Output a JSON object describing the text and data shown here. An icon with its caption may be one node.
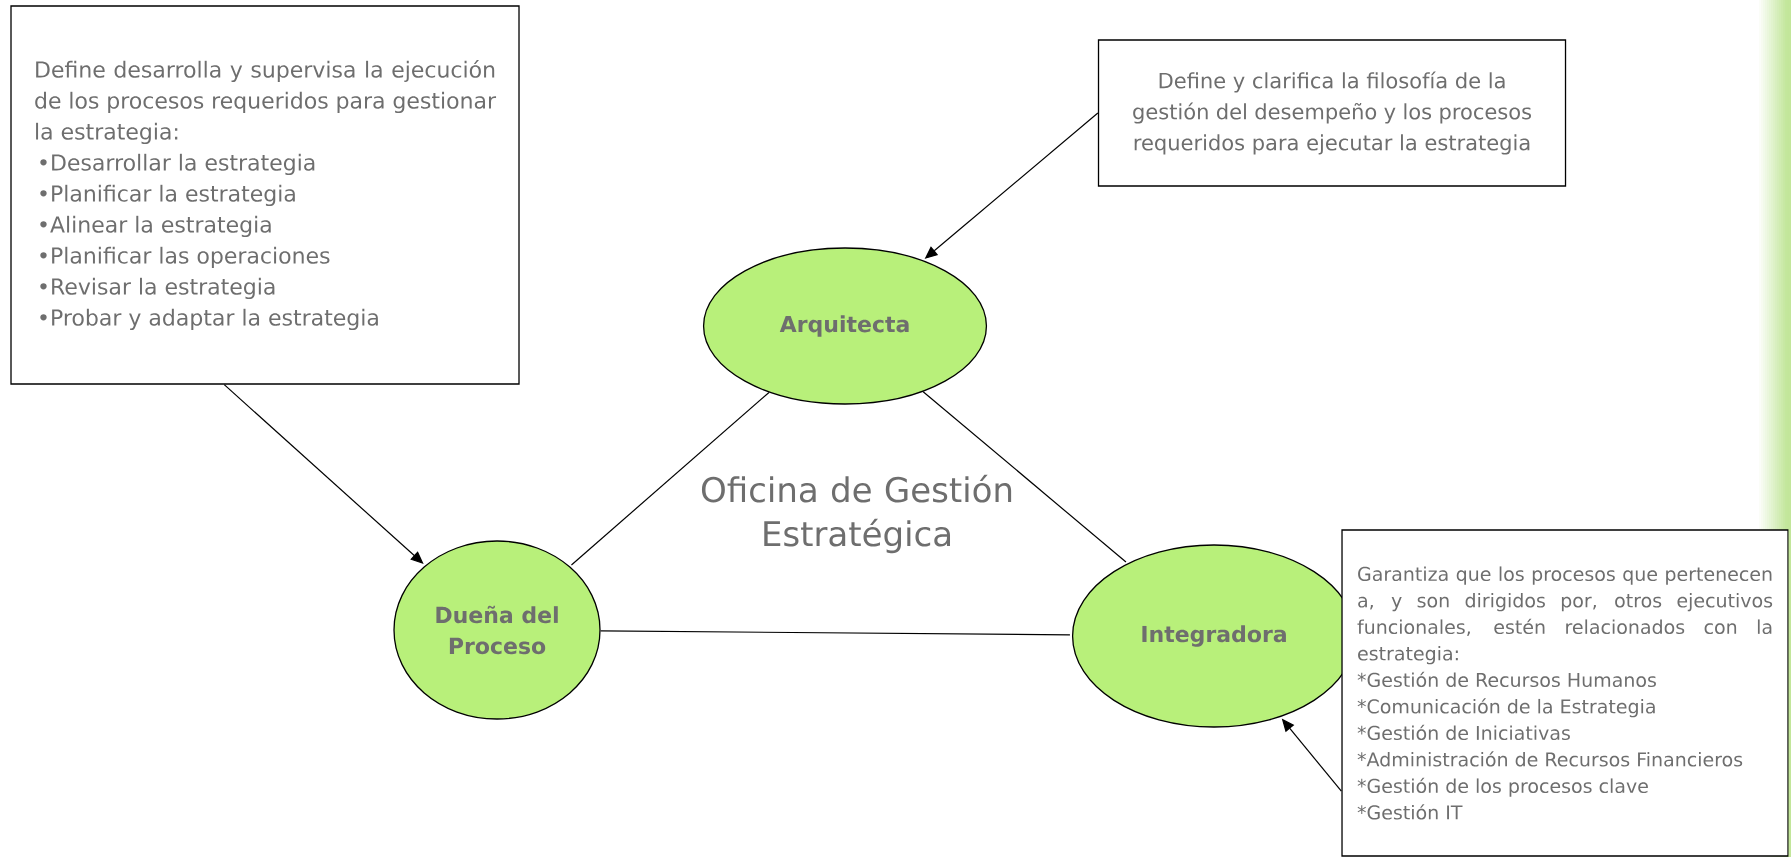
{
  "diagram": {
    "nodes": [
      {
        "text": [
          "Define desarrolla y supervisa la ejecución de los procesos requeridos para gestionar la estrategia:",
          "•Desarrollar la estrategia",
          "•Planificar la estrategia",
          "•Alinear la estrategia",
          "•Planificar las operaciones",
          "•Revisar la estrategia",
          "•Probar y adaptar la estrategia"
        ]
      },
      {
        "text": [
          "Define y clarifica la filosofía de la gestión del desempeño y los procesos requeridos para ejecutar la estrategia"
        ]
      },
      {
        "text": [
          "Arquitecta"
        ]
      },
      {
        "text": [
          "Dueña del Proceso"
        ]
      },
      {
        "text": [
          "Integradora"
        ]
      },
      {
        "text": [
          "Garantiza que los procesos que pertenecen a, y son dirigidos por, otros ejecutivos funcionales, estén relacionados con la estrategia:",
          "*Gestión de Recursos Humanos",
          "*Comunicación de la Estrategia",
          "*Gestión de Iniciativas",
          "*Administración de Recursos Financieros",
          "*Gestión de los procesos clave",
          "*Gestión IT"
        ]
      }
    ],
    "edges": [
      {
        "from": 0,
        "to": 3,
        "arrow": "to"
      },
      {
        "from": 1,
        "to": 2,
        "arrow": "to"
      },
      {
        "from": 2,
        "to": 3,
        "arrow": "none"
      },
      {
        "from": 2,
        "to": 4,
        "arrow": "none"
      },
      {
        "from": 3,
        "to": 4,
        "arrow": "none"
      },
      {
        "from": 5,
        "to": 4,
        "arrow": "to"
      }
    ],
    "labels": [
      "Oficina de Gestión Estratégica"
    ]
  }
}
